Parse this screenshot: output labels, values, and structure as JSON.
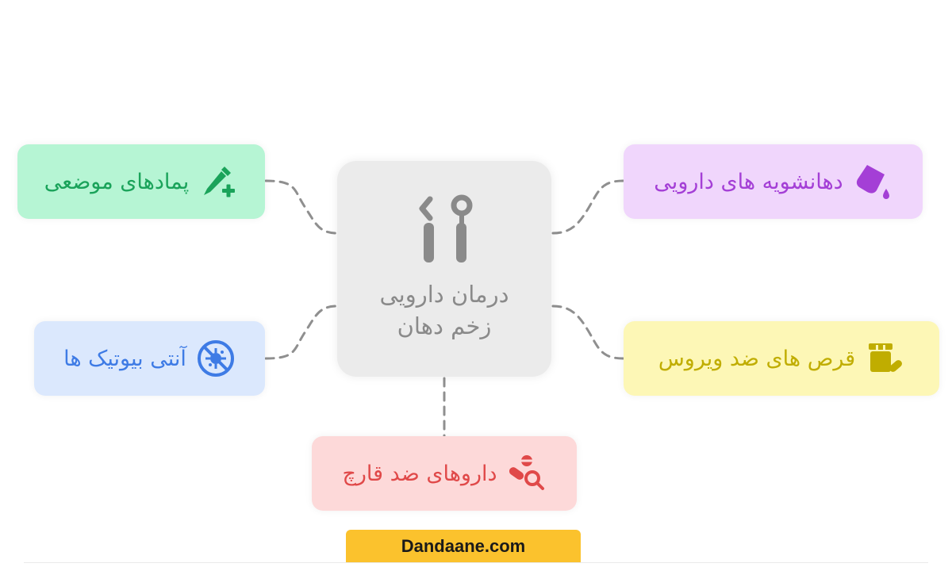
{
  "center": {
    "title_line1": "درمان دارویی",
    "title_line2": "زخم دهان",
    "icon": "dental-tools-icon",
    "color": "#8a8a8a"
  },
  "branches": {
    "topical": {
      "label": "پمادهای موضعی",
      "icon": "ointment-tube-plus-icon",
      "color": "#1aa35a",
      "bg": "#b6f5d4"
    },
    "mouthwash": {
      "label": "دهانشویه های دارویی",
      "icon": "mouthwash-pour-icon",
      "color": "#a43fd6",
      "bg": "#f0d6fc"
    },
    "antibiotic": {
      "label": "آنتی بیوتیک ها",
      "icon": "no-bacteria-icon",
      "color": "#3e7be5",
      "bg": "#dbe8fd"
    },
    "antiviral": {
      "label": "قرص های ضد ویروس",
      "icon": "pill-box-icon",
      "color": "#c0ad00",
      "bg": "#fdf7b6"
    },
    "antifungal": {
      "label": "داروهای ضد قارچ",
      "icon": "pills-search-icon",
      "color": "#e04949",
      "bg": "#fdd9d9"
    }
  },
  "brand": {
    "text": "Dandaane.com",
    "color": "#fbc22d"
  }
}
